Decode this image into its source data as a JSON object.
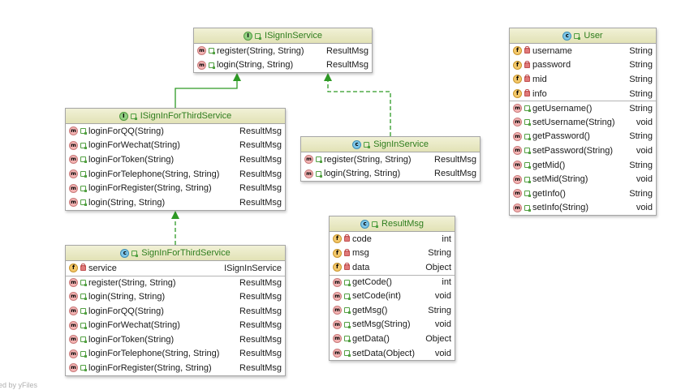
{
  "classes": {
    "isignin": {
      "kind": "I",
      "title": "ISignInService",
      "sections": [
        [
          {
            "icon": "m",
            "vis": "pub",
            "name": "register(String, String)",
            "type": "ResultMsg"
          },
          {
            "icon": "m",
            "vis": "pub",
            "name": "login(String, String)",
            "type": "ResultMsg"
          }
        ]
      ]
    },
    "isigninthird": {
      "kind": "I",
      "title": "ISignInForThirdService",
      "sections": [
        [
          {
            "icon": "m",
            "vis": "pub",
            "name": "loginForQQ(String)",
            "type": "ResultMsg"
          },
          {
            "icon": "m",
            "vis": "pub",
            "name": "loginForWechat(String)",
            "type": "ResultMsg"
          },
          {
            "icon": "m",
            "vis": "pub",
            "name": "loginForToken(String)",
            "type": "ResultMsg"
          },
          {
            "icon": "m",
            "vis": "pub",
            "name": "loginForTelephone(String, String)",
            "type": "ResultMsg"
          },
          {
            "icon": "m",
            "vis": "pub",
            "name": "loginForRegister(String, String)",
            "type": "ResultMsg"
          },
          {
            "icon": "m",
            "vis": "pub",
            "name": "login(String, String)",
            "type": "ResultMsg"
          }
        ]
      ]
    },
    "signin": {
      "kind": "C",
      "title": "SignInService",
      "sections": [
        [
          {
            "icon": "m",
            "vis": "pub",
            "name": "register(String, String)",
            "type": "ResultMsg"
          },
          {
            "icon": "m",
            "vis": "pub",
            "name": "login(String, String)",
            "type": "ResultMsg"
          }
        ]
      ]
    },
    "signinthird": {
      "kind": "C",
      "title": "SignInForThirdService",
      "sections": [
        [
          {
            "icon": "f",
            "vis": "priv",
            "name": "service",
            "type": "ISignInService"
          }
        ],
        [
          {
            "icon": "m",
            "vis": "pub",
            "name": "register(String, String)",
            "type": "ResultMsg"
          },
          {
            "icon": "m",
            "vis": "pub",
            "name": "login(String, String)",
            "type": "ResultMsg"
          },
          {
            "icon": "m",
            "vis": "pub",
            "name": "loginForQQ(String)",
            "type": "ResultMsg"
          },
          {
            "icon": "m",
            "vis": "pub",
            "name": "loginForWechat(String)",
            "type": "ResultMsg"
          },
          {
            "icon": "m",
            "vis": "pub",
            "name": "loginForToken(String)",
            "type": "ResultMsg"
          },
          {
            "icon": "m",
            "vis": "pub",
            "name": "loginForTelephone(String, String)",
            "type": "ResultMsg"
          },
          {
            "icon": "m",
            "vis": "pub",
            "name": "loginForRegister(String, String)",
            "type": "ResultMsg"
          }
        ]
      ]
    },
    "resultmsg": {
      "kind": "C",
      "title": "ResultMsg",
      "sections": [
        [
          {
            "icon": "f",
            "vis": "priv",
            "name": "code",
            "type": "int"
          },
          {
            "icon": "f",
            "vis": "priv",
            "name": "msg",
            "type": "String"
          },
          {
            "icon": "f",
            "vis": "priv",
            "name": "data",
            "type": "Object"
          }
        ],
        [
          {
            "icon": "m",
            "vis": "pub",
            "name": "getCode()",
            "type": "int"
          },
          {
            "icon": "m",
            "vis": "pub",
            "name": "setCode(int)",
            "type": "void"
          },
          {
            "icon": "m",
            "vis": "pub",
            "name": "getMsg()",
            "type": "String"
          },
          {
            "icon": "m",
            "vis": "pub",
            "name": "setMsg(String)",
            "type": "void"
          },
          {
            "icon": "m",
            "vis": "pub",
            "name": "getData()",
            "type": "Object"
          },
          {
            "icon": "m",
            "vis": "pub",
            "name": "setData(Object)",
            "type": "void"
          }
        ]
      ]
    },
    "user": {
      "kind": "C",
      "title": "User",
      "sections": [
        [
          {
            "icon": "f",
            "vis": "priv",
            "name": "username",
            "type": "String"
          },
          {
            "icon": "f",
            "vis": "priv",
            "name": "password",
            "type": "String"
          },
          {
            "icon": "f",
            "vis": "priv",
            "name": "mid",
            "type": "String"
          },
          {
            "icon": "f",
            "vis": "priv",
            "name": "info",
            "type": "String"
          }
        ],
        [
          {
            "icon": "m",
            "vis": "pub",
            "name": "getUsername()",
            "type": "String"
          },
          {
            "icon": "m",
            "vis": "pub",
            "name": "setUsername(String)",
            "type": "void"
          },
          {
            "icon": "m",
            "vis": "pub",
            "name": "getPassword()",
            "type": "String"
          },
          {
            "icon": "m",
            "vis": "pub",
            "name": "setPassword(String)",
            "type": "void"
          },
          {
            "icon": "m",
            "vis": "pub",
            "name": "getMid()",
            "type": "String"
          },
          {
            "icon": "m",
            "vis": "pub",
            "name": "setMid(String)",
            "type": "void"
          },
          {
            "icon": "m",
            "vis": "pub",
            "name": "getInfo()",
            "type": "String"
          },
          {
            "icon": "m",
            "vis": "pub",
            "name": "setInfo(String)",
            "type": "void"
          }
        ]
      ]
    }
  },
  "relations": [
    {
      "from": "isigninthird",
      "to": "isignin",
      "kind": "extends"
    },
    {
      "from": "signin",
      "to": "isignin",
      "kind": "implements"
    },
    {
      "from": "signinthird",
      "to": "isigninthird",
      "kind": "implements"
    }
  ],
  "colors": {
    "header_text": "#2e7d1d",
    "edge": "#2e9a25",
    "border": "#a6a6a6"
  },
  "footer": "ed by yFiles"
}
